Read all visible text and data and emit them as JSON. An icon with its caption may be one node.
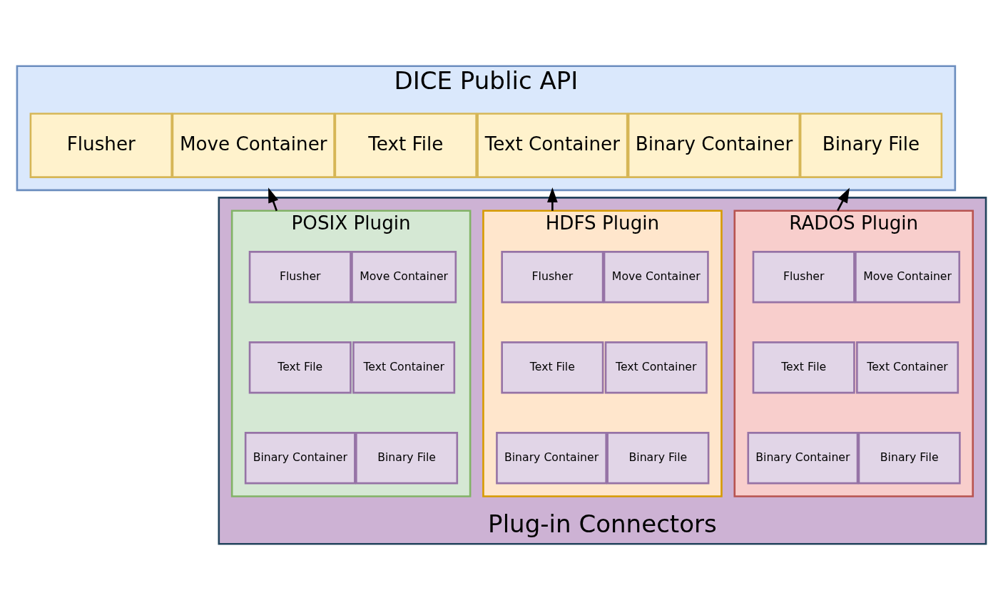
{
  "diagram": {
    "nodes": [
      {
        "text": [
          "DICE Public API"
        ]
      },
      {
        "text": [
          "Flusher"
        ],
        "in": 0
      },
      {
        "text": [
          "Move Container"
        ],
        "in": 0
      },
      {
        "text": [
          "Text File"
        ],
        "in": 0
      },
      {
        "text": [
          "Text Container"
        ],
        "in": 0
      },
      {
        "text": [
          "Binary Container"
        ],
        "in": 0
      },
      {
        "text": [
          "Binary File"
        ],
        "in": 0
      },
      {
        "text": [
          "Plug-in Connectors"
        ]
      },
      {
        "text": [
          "POSIX Plugin"
        ],
        "in": 7
      },
      {
        "text": [
          "Flusher"
        ],
        "in": 8
      },
      {
        "text": [
          "Move Container"
        ],
        "in": 8
      },
      {
        "text": [
          "Text File"
        ],
        "in": 8
      },
      {
        "text": [
          "Text Container"
        ],
        "in": 8
      },
      {
        "text": [
          "Binary Container"
        ],
        "in": 8
      },
      {
        "text": [
          "Binary File"
        ],
        "in": 8
      },
      {
        "text": [
          "HDFS Plugin"
        ],
        "in": 7
      },
      {
        "text": [
          "Flusher"
        ],
        "in": 15
      },
      {
        "text": [
          "Move Container"
        ],
        "in": 15
      },
      {
        "text": [
          "Text File"
        ],
        "in": 15
      },
      {
        "text": [
          "Text Container"
        ],
        "in": 15
      },
      {
        "text": [
          "Binary Container"
        ],
        "in": 15
      },
      {
        "text": [
          "Binary File"
        ],
        "in": 15
      },
      {
        "text": [
          "RADOS Plugin"
        ],
        "in": 7
      },
      {
        "text": [
          "Flusher"
        ],
        "in": 22
      },
      {
        "text": [
          "Move Container"
        ],
        "in": 22
      },
      {
        "text": [
          "Text File"
        ],
        "in": 22
      },
      {
        "text": [
          "Text Container"
        ],
        "in": 22
      },
      {
        "text": [
          "Binary Container"
        ],
        "in": 22
      },
      {
        "text": [
          "Binary File"
        ],
        "in": 22
      }
    ],
    "edges": [
      {
        "from": 8,
        "to": 0,
        "arrow": "to"
      },
      {
        "from": 15,
        "to": 0,
        "arrow": "to"
      },
      {
        "from": 22,
        "to": 0,
        "arrow": "to"
      }
    ]
  }
}
